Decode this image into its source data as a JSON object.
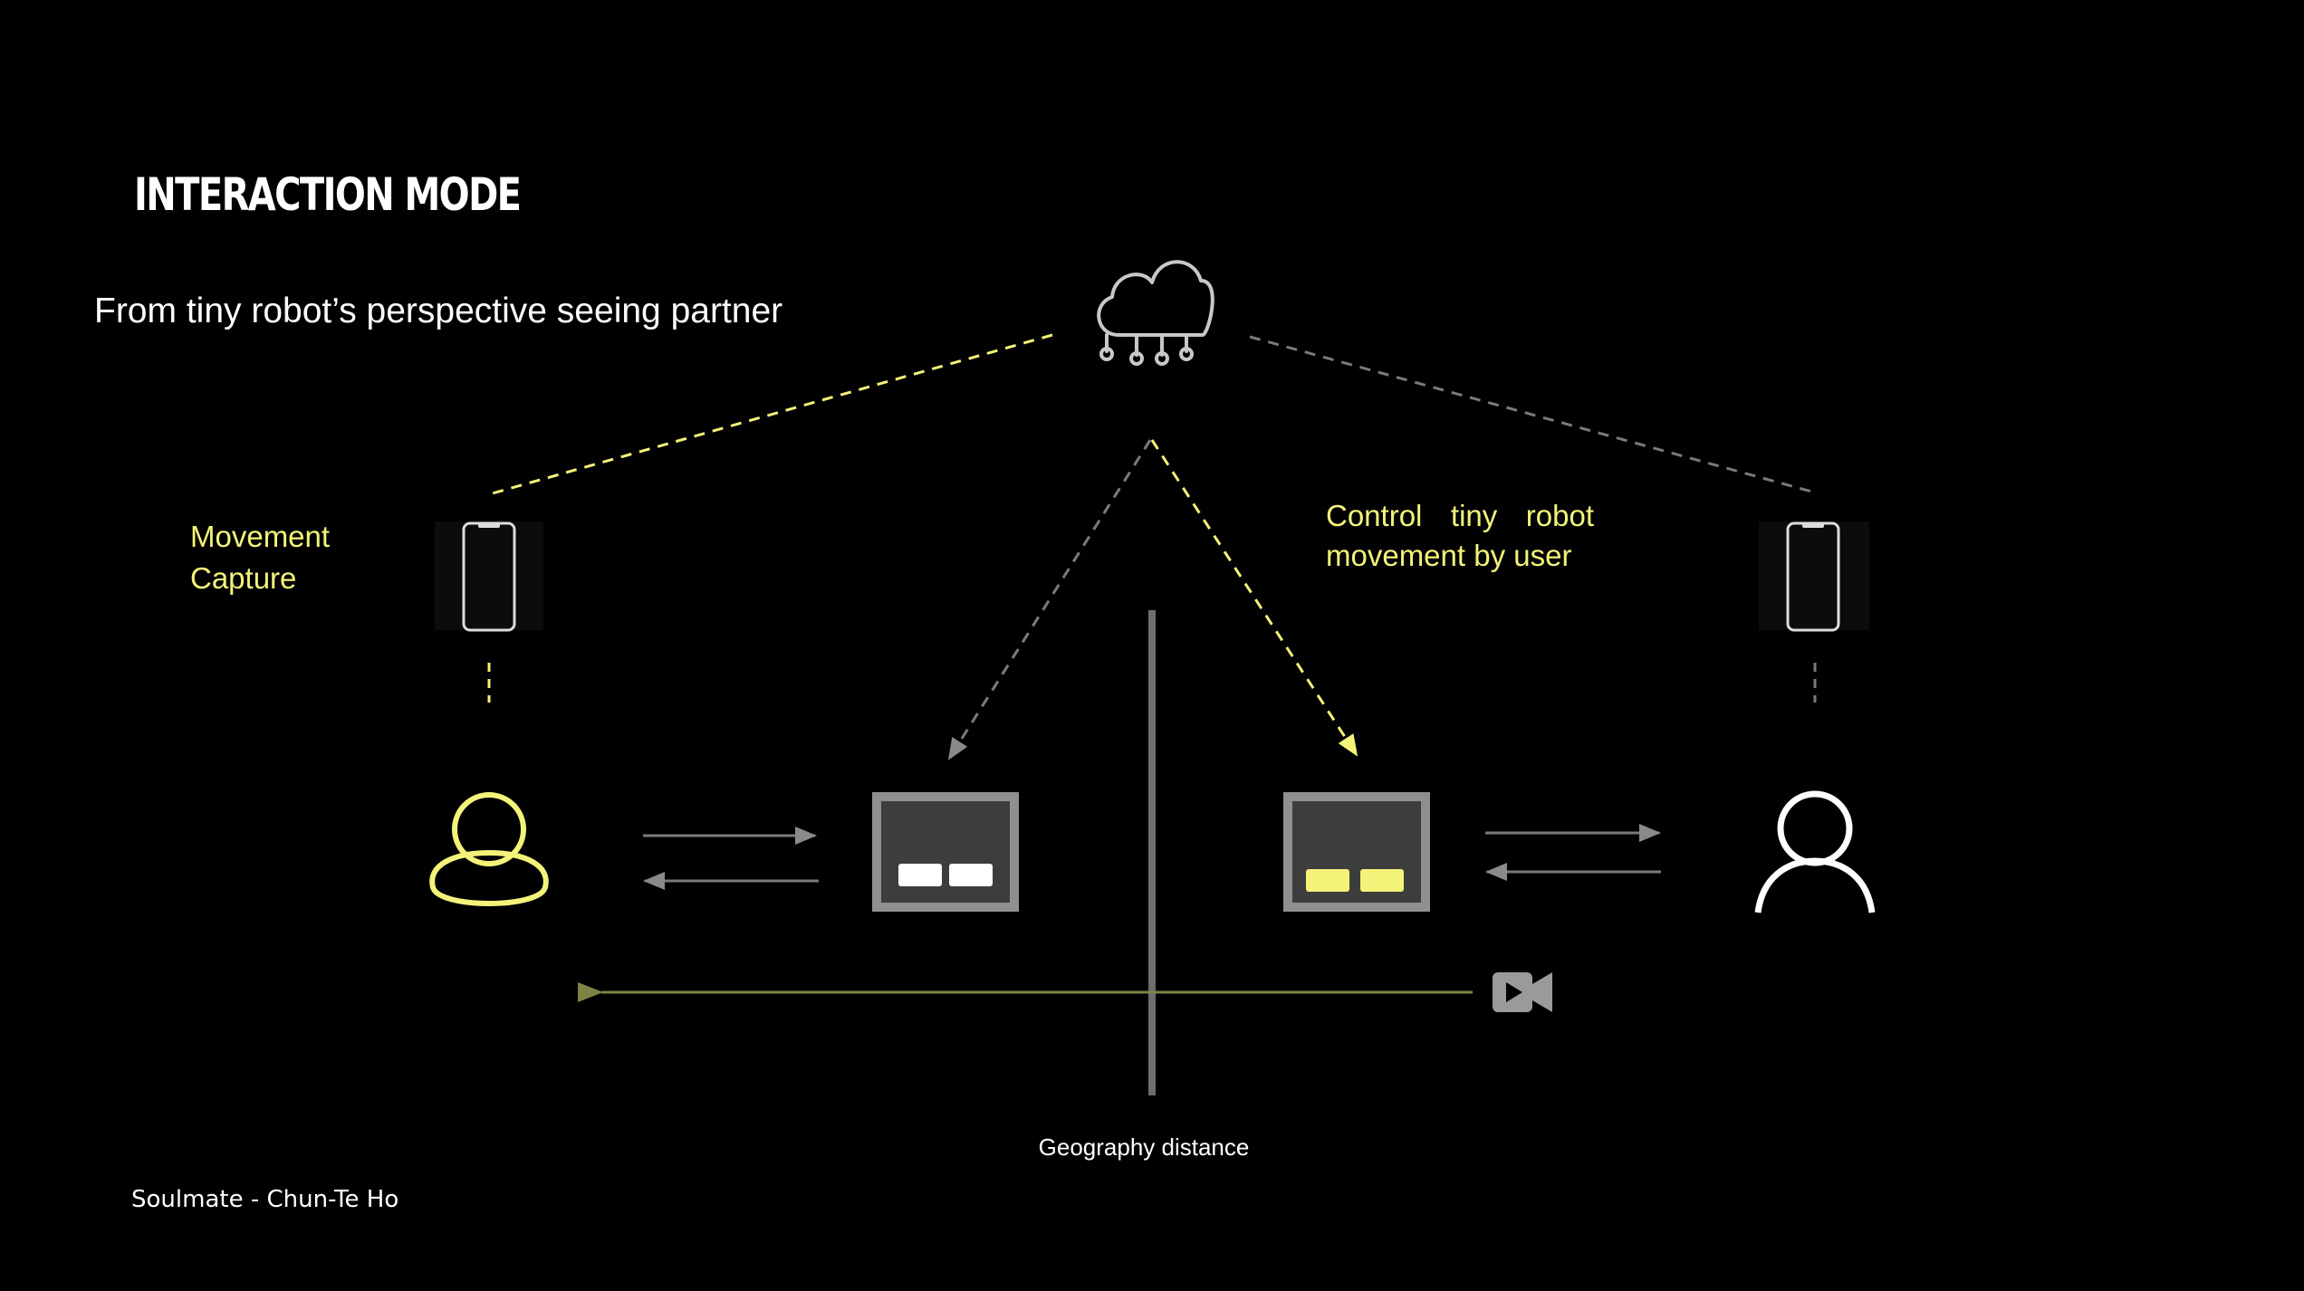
{
  "slide": {
    "title": "INTERACTION MODE",
    "subtitle": "From tiny robot’s perspective seeing partner",
    "footer": "Soulmate - Chun-Te Ho"
  },
  "labels": {
    "movement_capture_line1": "Movement",
    "movement_capture_line2": "Capture",
    "control_words_line1": [
      "Control",
      "tiny",
      "robot"
    ],
    "control_line2": "movement by user",
    "geography": "Geography distance"
  },
  "colors": {
    "background": "#000000",
    "accent_yellow": "#f3f37a",
    "gray_line": "#7a7a7a",
    "olive_arrow": "#7f8245",
    "white": "#ffffff"
  },
  "icons": {
    "cloud": "cloud-network-icon",
    "phone_left": "smartphone-icon",
    "phone_right": "smartphone-icon",
    "user_left": "user-icon",
    "user_right": "user-icon",
    "robot_left": "robot-screen-icon",
    "robot_right": "robot-screen-icon",
    "video": "video-camera-icon"
  }
}
